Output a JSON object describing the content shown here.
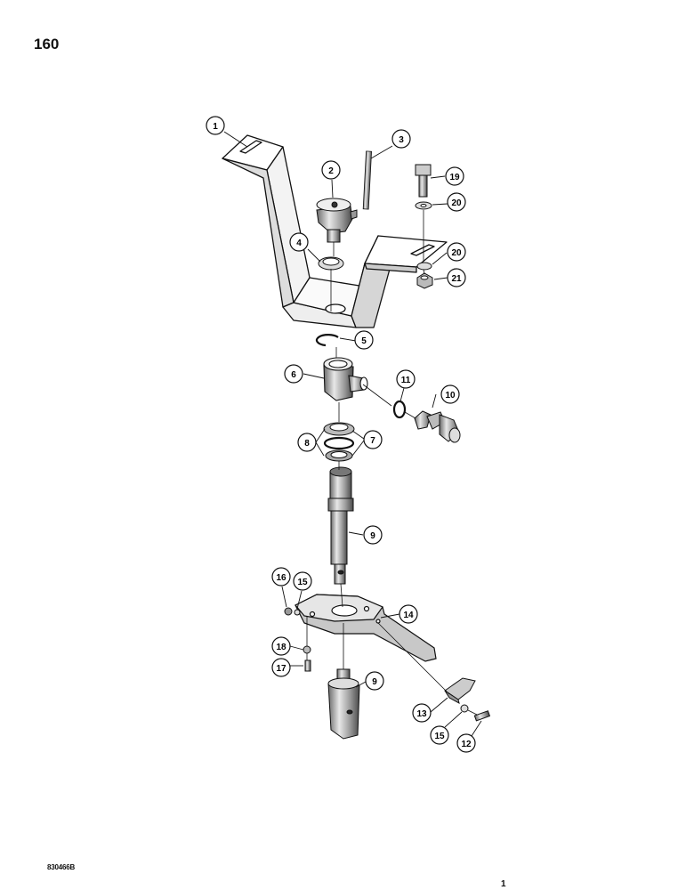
{
  "page_number": "160",
  "figure_code": "830466B",
  "corner_mark": "1",
  "callouts": {
    "c1": "1",
    "c2": "2",
    "c3": "3",
    "c4": "4",
    "c5": "5",
    "c6": "6",
    "c7": "7",
    "c8": "8",
    "c9a": "9",
    "c9b": "9",
    "c10": "10",
    "c11": "11",
    "c12": "12",
    "c13": "13",
    "c14": "14",
    "c15a": "15",
    "c15b": "15",
    "c16": "16",
    "c17": "17",
    "c18": "18",
    "c19": "19",
    "c20a": "20",
    "c20b": "20",
    "c21": "21"
  }
}
